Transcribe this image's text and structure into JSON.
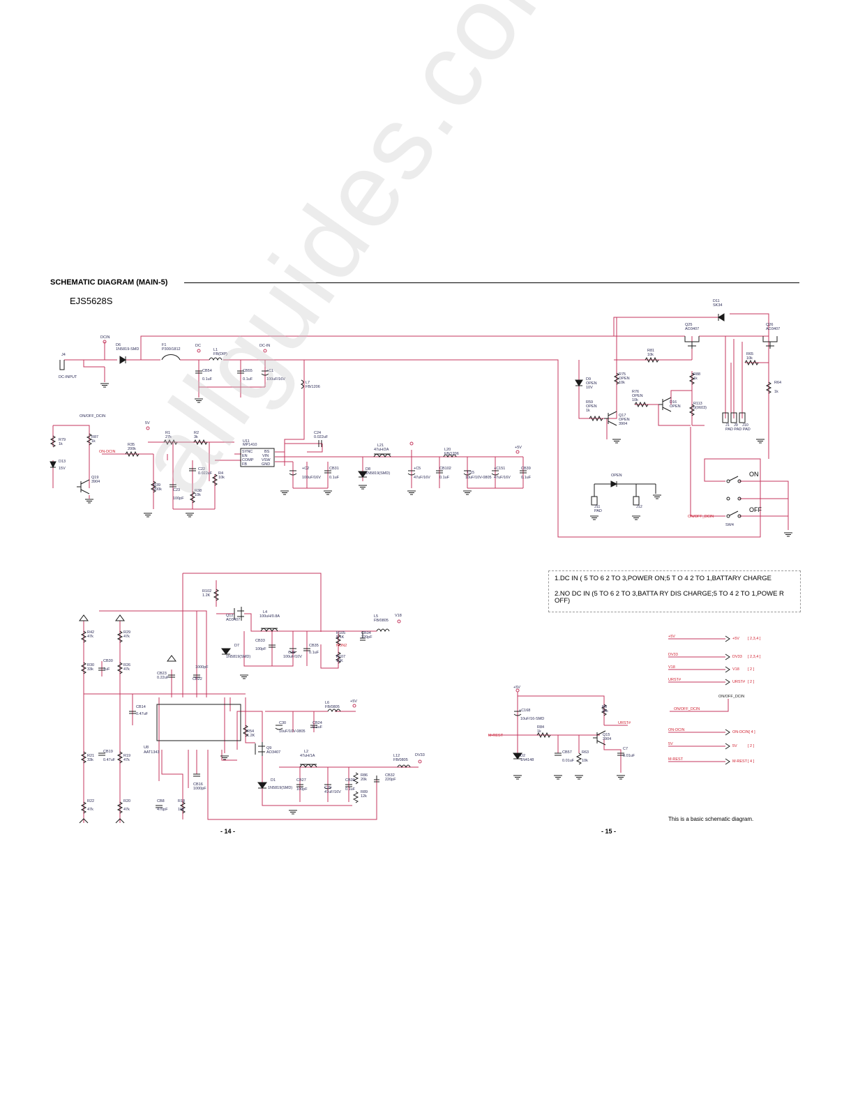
{
  "header": {
    "title": "SCHEMATIC DIAGRAM (MAIN-5)",
    "model": "EJS5628S"
  },
  "pages": {
    "left": "- 14 -",
    "right": "- 15 -"
  },
  "notes": {
    "line1": "1.DC IN ( 5 TO 6          2 TO 3,POWER ON;5 T   O 4    2 TO 1,BATTARY CHARGE",
    "line2": "2.NO DC IN  (5 TO 6          2 TO 3,BATTA   RY DIS CHARGE;5 TO 4    2 TO 1,POWE R OFF)"
  },
  "footer_note": "This is a basic schematic diagram.",
  "watermark": "allguides.com",
  "switch": {
    "on": "ON",
    "off": "OFF",
    "name": "SW4"
  },
  "labels": {
    "j4": "J4",
    "dc_input": "DC-INPUT",
    "dcin": "DCIN",
    "d6": "D6",
    "d6v": "1N5819-SMD",
    "f1": "F1",
    "f1v": "P300/1812",
    "dc": "DC",
    "l1": "L1",
    "l1v": "FB(DIP)",
    "dcin2": "DC-IN",
    "cb54": "CB54",
    "cb54v": "0.1uF",
    "cb55": "CB55",
    "cb55v": "0.1uF",
    "c1": "+C1",
    "c1v": "100uF/16V",
    "l7": "L7",
    "l7v": "FB/1206",
    "onoff": "ON/OFF_DCIN",
    "r79": "R79",
    "r79v": "1k",
    "r87": "R87",
    "r87v": "1k",
    "d13": "D13",
    "d13v": "15V",
    "q19": "Q19",
    "q19v": "3904",
    "sv": "5V",
    "r1": "R1",
    "r1v": "27k",
    "r2": "R2",
    "r2v": "3k",
    "r35": "R35",
    "r35v": "200k",
    "ondcin": "ON-DCIN",
    "u11": "U11",
    "u11v": "MP1410",
    "sync": "SYNC",
    "en": "EN",
    "comp": "COMP",
    "fb": "FB",
    "bs": "BS",
    "vin": "VIN",
    "vsw": "VSW",
    "gnd": "GND",
    "c24": "C24",
    "c24v": "0.022uF",
    "l21": "L21",
    "l21v": "47uH/2A",
    "l20": "L20",
    "l20v": "FB/1206",
    "p5v": "+5V",
    "c22": "C22",
    "c22v": "0.022uF",
    "r4": "R4",
    "r4v": "10k",
    "r39": "R39",
    "r39v": "200k",
    "c23": "C23",
    "c23v": "100pF",
    "r38": "R38",
    "r38v": "10k",
    "c2": "+C2",
    "c2v": "100uF/16V",
    "cb31": "CB31",
    "cb31v": "0.1uF",
    "d8": "D8",
    "d8v": "1N5819(SMD)",
    "c5": "+C5",
    "c5v": "47uF/16V",
    "cb102": "CB102",
    "cb102v": "0.1uF",
    "c15": "C15",
    "c15v": "10uF/10V-0805",
    "c151": "+C151",
    "c151v": "47uF/16V",
    "cb39": "CB39",
    "cb39v": "0.1uF",
    "d11": "D11",
    "d11v": "SK34",
    "q25": "Q25",
    "q25v": "AO3407",
    "q26": "Q26",
    "q26v": "AO3407",
    "r81": "R81",
    "r81v": "10k",
    "r65": "R65",
    "r65v": "10k",
    "d9": "D9",
    "d9a": "OPEN",
    "d9v": "10V",
    "r75": "R75",
    "r75a": "OPEN",
    "r75v": "10k",
    "r88": "R88",
    "r88v": "1k",
    "r64": "R64",
    "r64v": "1k",
    "r76": "R76",
    "r76a": "OPEN",
    "r76v": "10k",
    "r59": "R59",
    "r59a": "OPEN",
    "r59v": "1k",
    "d16": "D16",
    "d16v": "OPEN",
    "r113": "R113",
    "r113v": "0(0603)",
    "q17": "Q17",
    "q17a": "OPEN",
    "q17v": "3904",
    "j1": "J1",
    "j9": "J9",
    "j10": "J10",
    "pad3": "PAD PAD PAD",
    "open": "OPEN",
    "j11": "J11",
    "j12": "J12",
    "pad": "PAD",
    "r102": "R102",
    "r102v": "1.2K",
    "q12": "Q12",
    "q12v": "AO3407",
    "l4": "L4",
    "l4v": "100uH/0.8A",
    "l5": "L5",
    "l5v": "FB/0805",
    "v18": "V18",
    "r42": "R42",
    "r42v": "47k",
    "r29": "R29",
    "r29v": "47k",
    "d7": "D7",
    "d7v": "1N5819(SMD)",
    "cb33": "CB33",
    "cb33v": "100pF",
    "c28": "C28",
    "c28v": "100uF/10V",
    "cb35": "CB35",
    "cb35v": "0.1uF",
    "r105": "R105",
    "r105v": "5.1K",
    "cb34": "CB34",
    "cb34v": "220pF",
    "non2": "NON2",
    "r107": "R107",
    "r107v": "10K",
    "r30": "R30",
    "r30v": "33k",
    "cb30": "CB30",
    "cb30v": "1uF",
    "r26": "R26",
    "r26v": "47k",
    "cb23": "CB23",
    "cb23v": "0.22uF",
    "cb22": "CB22",
    "cb22v": "1000pF",
    "l6": "L6",
    "l6v": "FB/0805",
    "p5v2": "+5V",
    "cb14": "CB14",
    "cb14v": "0.47uF",
    "c30": "C30",
    "c30v": "10uF/10V-0805",
    "cb24": "CB24",
    "cb24v": "0.1uF",
    "r54": "R54",
    "r54v": "1.2K",
    "q9": "Q9",
    "q9v": "AO3407",
    "u8": "U8",
    "u8v": "AAT1343",
    "l2": "L2",
    "l2v": "47uH/1A",
    "l12": "L12",
    "l12v": "FB/0805",
    "dv33": "DV33",
    "r21": "R21",
    "r21v": "33k",
    "cb19": "CB19",
    "cb19v": "0.47uF",
    "r19": "R19",
    "r19v": "47k",
    "d1": "D1",
    "d1v": "1N5819(SMD)",
    "cb27": "CB27",
    "cb27v": "100pF",
    "c29": "C29",
    "c29v": "47uF/16V",
    "cb30b": "CB30",
    "cb30bv": "0.1uF",
    "r86": "R86",
    "r86v": "20k",
    "cb32": "CB32",
    "cb32v": "220pF",
    "r89": "R89",
    "r89v": "12k",
    "cb16": "CB16",
    "cb16v": "1000pF",
    "r22": "R22",
    "r22v": "47k",
    "r20": "R20",
    "r20v": "47k",
    "cb8": "CB8",
    "cb8v": "470pF",
    "r18": "R18",
    "r18v": "10k",
    "p5v3": "+5V",
    "c168": "+C168",
    "c168v": "10uF/16-SMD",
    "r5": "R5",
    "r5v": "10k",
    "urst": "URST#",
    "r84": "R84",
    "r84v": "1k",
    "mrest": "M-REST",
    "q15": "Q15",
    "q15v": "3904",
    "d2": "D2",
    "d2v": "1N4148",
    "cb57": "CB57",
    "cb57v": "0.01uF",
    "r63": "R63",
    "r63v": "10k",
    "c7": "C7",
    "c7v": "0.01uF"
  },
  "connectors": [
    {
      "from": "+5V",
      "to": "+5V",
      "ref": "[ 2,3,4 ]"
    },
    {
      "from": "DV33",
      "to": "DV33",
      "ref": "[ 2,3,4 ]"
    },
    {
      "from": "V18",
      "to": "V18",
      "ref": "[ 2 ]"
    },
    {
      "from": "URST#",
      "to": "URST#",
      "ref": "[ 2 ]"
    },
    {
      "from": "ON-DCIN",
      "to": "ON-DCIN[ 4 ]",
      "ref": ""
    },
    {
      "from": "5V",
      "to": "5V",
      "ref": "[ 2 ]"
    },
    {
      "from": "M-REST",
      "to": "M-REST",
      "ref": "[ 4 ]"
    }
  ],
  "onoff_dcin": "ON/OFF_DCIN",
  "colors": {
    "wire": "#c4365c",
    "ink": "#1a1a1a",
    "net": "#d02030",
    "label": "#2a2a55"
  }
}
